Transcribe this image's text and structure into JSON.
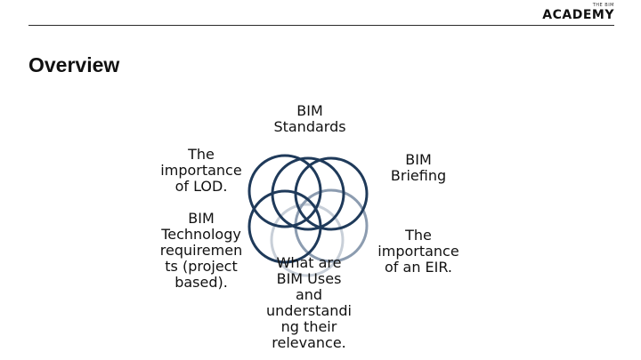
{
  "header": {
    "logo_small": "THE BIM",
    "logo_main": "ACADEMY"
  },
  "slide": {
    "title": "Overview"
  },
  "diagram": {
    "petals": [
      {
        "name": "top",
        "color": "#1f3a5a"
      },
      {
        "name": "upper-right",
        "color": "#1f3a5a"
      },
      {
        "name": "lower-right",
        "color": "#8c9cb0"
      },
      {
        "name": "bottom",
        "color": "#c8cfd8"
      },
      {
        "name": "lower-left",
        "color": "#1f3a5a"
      },
      {
        "name": "upper-left",
        "color": "#1f3a5a"
      }
    ],
    "labels": {
      "bim_standards": "BIM\nStandards",
      "bim_briefing": "BIM\nBriefing",
      "eir": "The\nimportance\nof an EIR.",
      "bim_uses": "What are\nBIM Uses\nand\nunderstandi\nng their\nrelevance.",
      "tech_requirements": "BIM\nTechnology\nrequiremen\nts (project\nbased).",
      "lod": "The\nimportance\nof LOD."
    }
  }
}
